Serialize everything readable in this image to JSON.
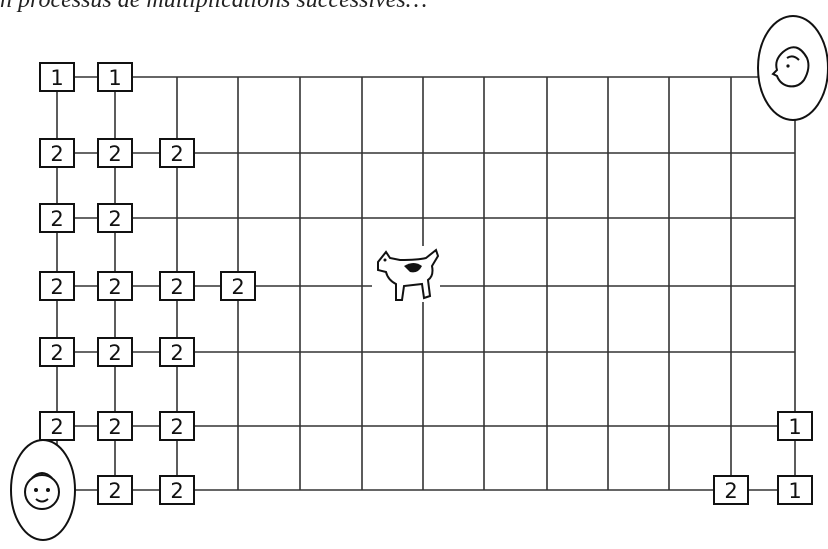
{
  "caption": "n processus de multiplications successives…",
  "boxes": [
    {
      "label": "1",
      "row": 0,
      "col": 0
    },
    {
      "label": "1",
      "row": 0,
      "col": 1
    },
    {
      "label": "2",
      "row": 1,
      "col": 0
    },
    {
      "label": "2",
      "row": 1,
      "col": 1
    },
    {
      "label": "2",
      "row": 1,
      "col": 2
    },
    {
      "label": "2",
      "row": 2,
      "col": 0
    },
    {
      "label": "2",
      "row": 2,
      "col": 1
    },
    {
      "label": "2",
      "row": 3,
      "col": 0
    },
    {
      "label": "2",
      "row": 3,
      "col": 1
    },
    {
      "label": "2",
      "row": 3,
      "col": 2
    },
    {
      "label": "2",
      "row": 3,
      "col": 3
    },
    {
      "label": "2",
      "row": 4,
      "col": 0
    },
    {
      "label": "2",
      "row": 4,
      "col": 1
    },
    {
      "label": "2",
      "row": 4,
      "col": 2
    },
    {
      "label": "2",
      "row": 5,
      "col": 0
    },
    {
      "label": "2",
      "row": 5,
      "col": 1
    },
    {
      "label": "2",
      "row": 5,
      "col": 2
    },
    {
      "label": "2",
      "row": 6,
      "col": 1
    },
    {
      "label": "2",
      "row": 6,
      "col": 2
    },
    {
      "label": "1",
      "row": 5,
      "col": 12
    },
    {
      "label": "2",
      "row": 6,
      "col": 11
    },
    {
      "label": "1",
      "row": 6,
      "col": 12
    }
  ],
  "figures": {
    "start": "baby-face-icon",
    "goal": "adult-head-icon",
    "middle": "dog-icon"
  }
}
